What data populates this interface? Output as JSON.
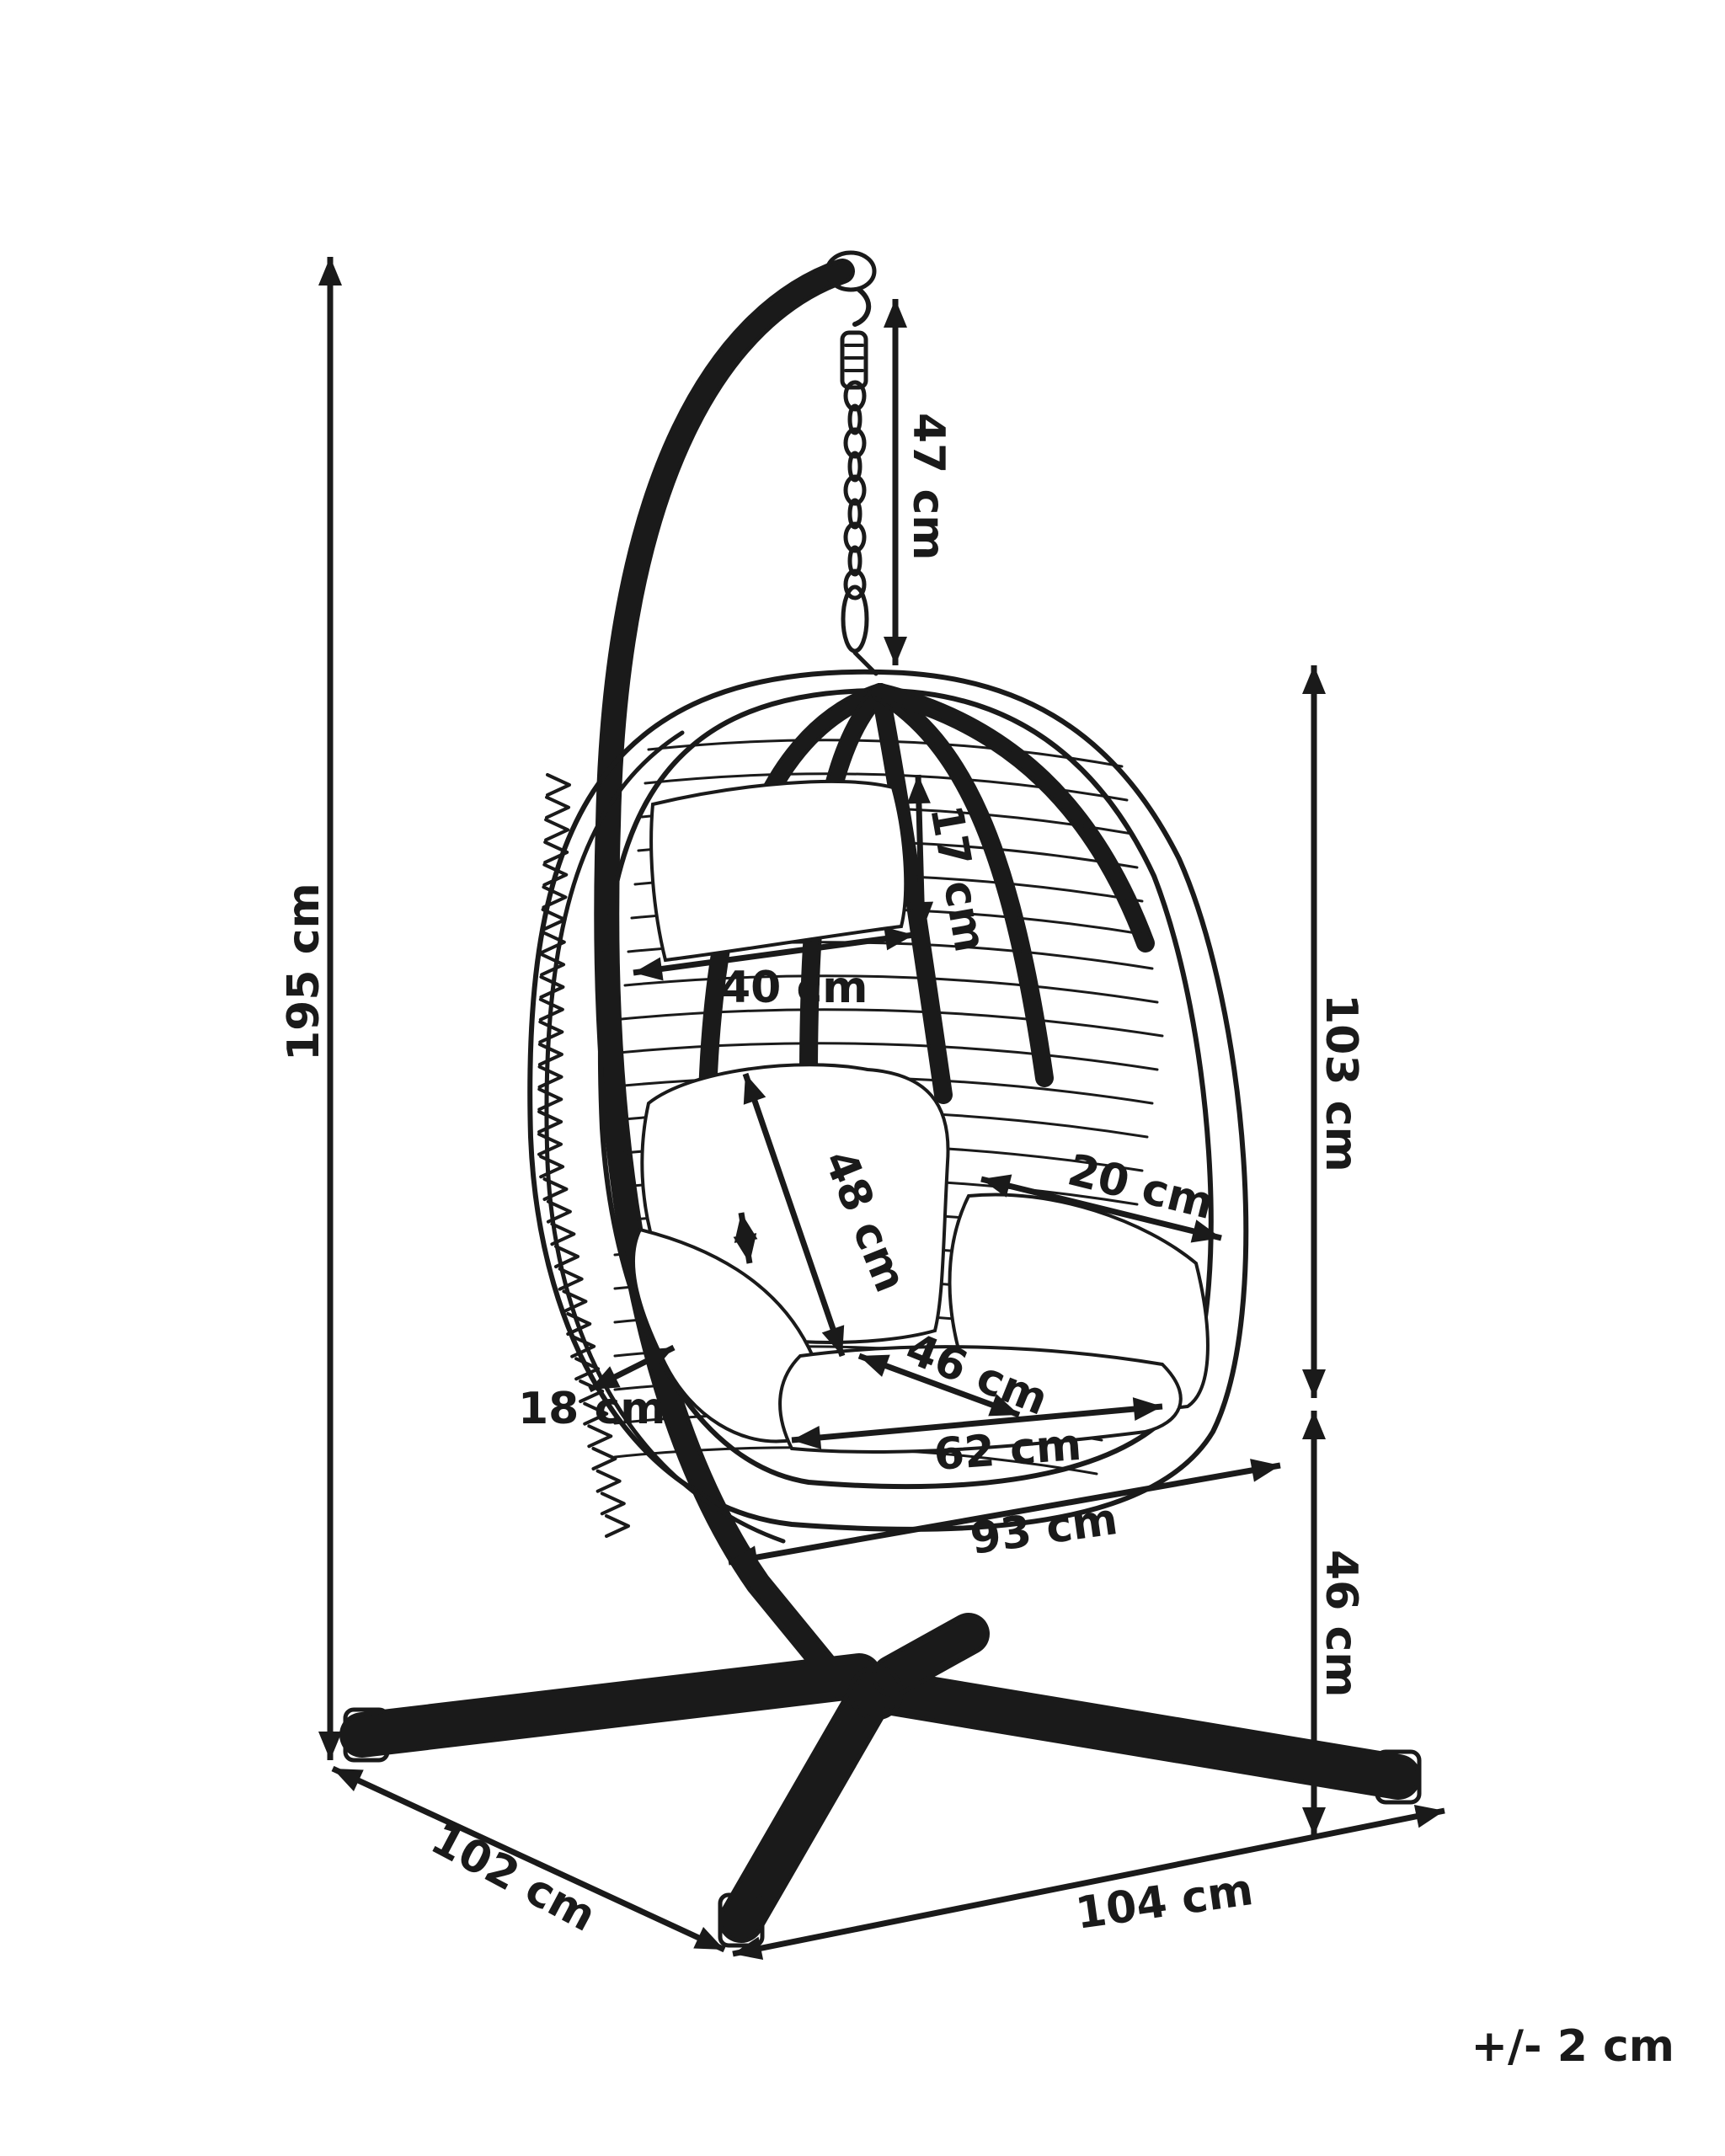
{
  "diagram": {
    "subject": "hanging-egg-chair-with-stand",
    "dimensions": {
      "total_height": "195 cm",
      "chain_length": "47 cm",
      "egg_height": "103 cm",
      "floor_to_seat": "46 cm",
      "headrest_height": "17 cm",
      "headrest_width": "40 cm",
      "backrest_height": "48 cm",
      "side_cushion_width": "20 cm",
      "seat_depth": "46 cm",
      "armrest_thickness": "18 cm",
      "seat_width": "62 cm",
      "egg_width": "93 cm",
      "base_depth": "102 cm",
      "base_width": "104 cm"
    },
    "tolerance": "+/- 2 cm",
    "colors": {
      "line": "#1a1a1a",
      "fill": "#ffffff"
    }
  }
}
